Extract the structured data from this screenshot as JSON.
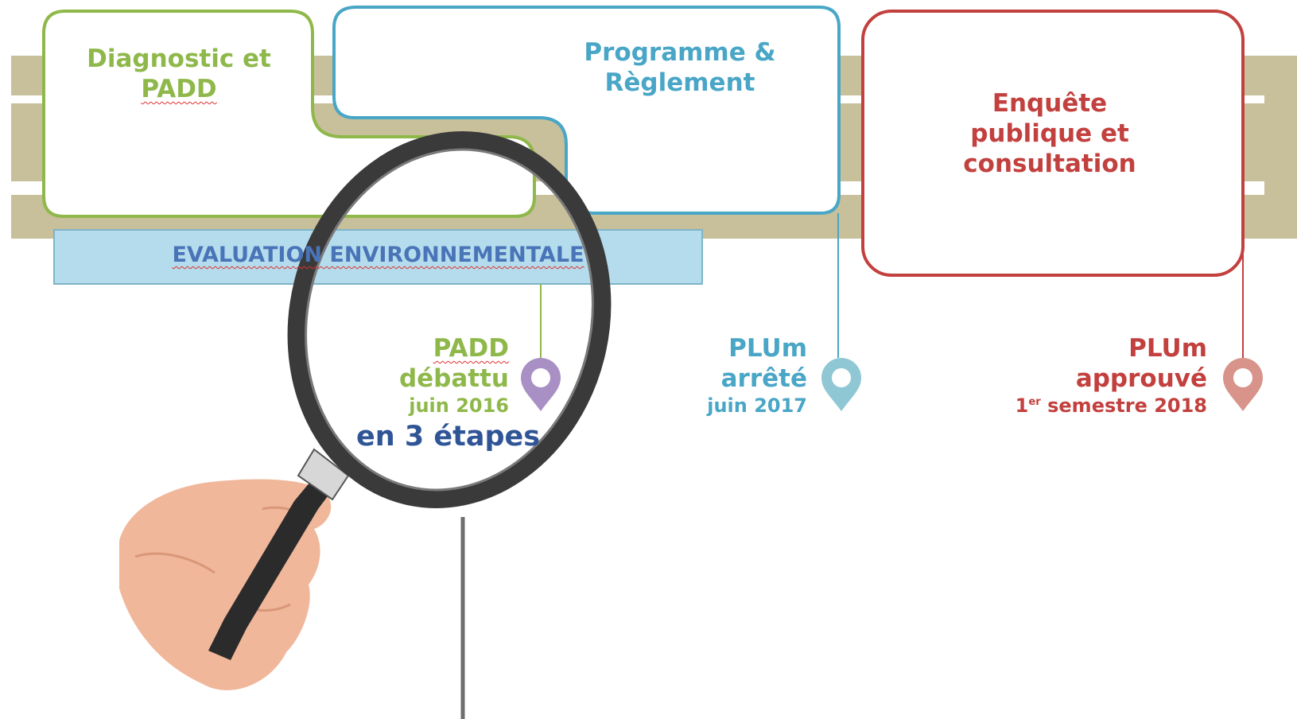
{
  "phases": [
    {
      "line1": "Diagnostic et",
      "line2": "PADD"
    },
    {
      "line1": "Programme &",
      "line2": "Règlement"
    },
    {
      "line1": "Enquête",
      "line2": "publique et",
      "line3": "consultation"
    }
  ],
  "evaluation_bar": {
    "label": "EVALUATION ENVIRONNEMENTALE"
  },
  "milestones": [
    {
      "line1": "PADD",
      "line2": "débattu",
      "date": "juin 2016"
    },
    {
      "line1": "PLUm",
      "line2": "arrêté",
      "date": "juin 2017"
    },
    {
      "line1": "PLUm",
      "line2": "approuvé",
      "date_prefix": "1",
      "date_sup": "er",
      "date_rest": " semestre 2018"
    }
  ],
  "caption": "en 3 étapes",
  "icons": [
    "map-pin-icon",
    "map-pin-icon",
    "map-pin-icon",
    "magnifying-glass-icon",
    "hand-icon"
  ],
  "colors": {
    "band": "#c8bf9b",
    "phase1": "#8fb84a",
    "phase2": "#49a6c6",
    "phase3": "#c2403e",
    "eval_bar": "#b4dcec",
    "pin1": "#a890c4",
    "pin2": "#8fc7d4",
    "pin3": "#d8948a"
  }
}
